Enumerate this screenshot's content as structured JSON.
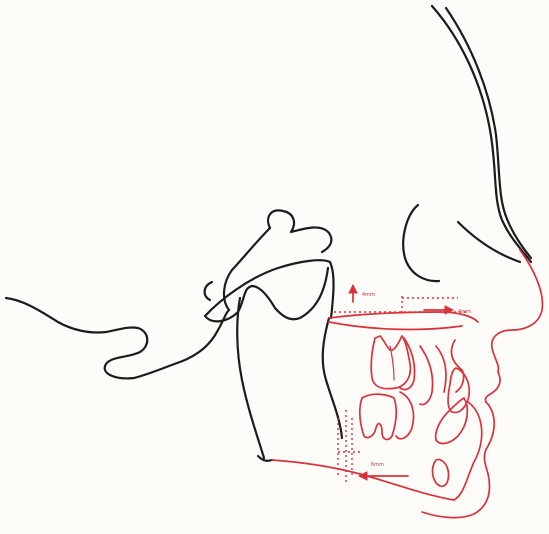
{
  "figure": {
    "colors": {
      "background": "#fdfcf8",
      "pre_treatment_tracing": "#1c1c1c",
      "post_treatment_tracing": "#d8323a"
    },
    "annotations": {
      "maxilla_vertical": "4mm",
      "maxilla_horizontal": "4mm",
      "mandible_horizontal": "6mm"
    }
  }
}
